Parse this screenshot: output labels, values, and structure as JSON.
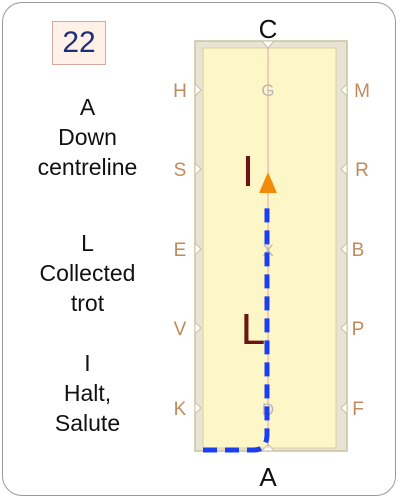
{
  "test_number": "22",
  "instructions": [
    {
      "letter": "A",
      "text_lines": [
        "Down",
        "centreline"
      ]
    },
    {
      "letter": "L",
      "text_lines": [
        "Collected",
        "trot"
      ]
    },
    {
      "letter": "I",
      "text_lines": [
        "Halt,",
        "Salute"
      ]
    }
  ],
  "arena": {
    "end_letters": {
      "top": "C",
      "bottom": "A"
    },
    "left_markers": [
      "H",
      "S",
      "E",
      "V",
      "K"
    ],
    "right_markers": [
      "M",
      "R",
      "B",
      "P",
      "F"
    ],
    "centre_markers": [
      "G",
      "X",
      "D"
    ],
    "movement_labels": [
      "I",
      "L"
    ]
  },
  "colors": {
    "arena_fill": "#fdf7c8",
    "arena_border": "#c8c2a0",
    "marker_text": "#c08a5a",
    "path": "#1a3ef0",
    "halt_arrow": "#f28a0a",
    "movement_label": "#6b1414",
    "number_text": "#1f2e7a"
  }
}
